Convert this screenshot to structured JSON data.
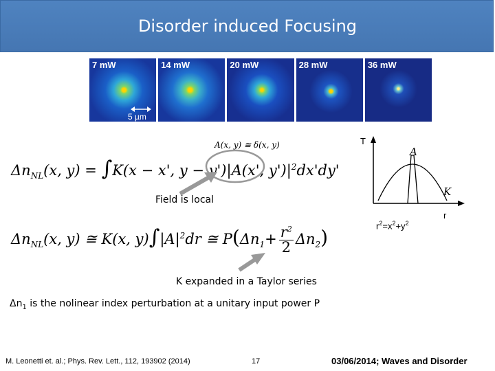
{
  "slide": {
    "title": "Disorder induced Focusing",
    "panels": [
      {
        "label": "7 mW"
      },
      {
        "label": "14 mW"
      },
      {
        "label": "20 mW"
      },
      {
        "label": "28 mW"
      },
      {
        "label": "36 mW"
      }
    ],
    "scale_label": "5 µm",
    "approx_label": "A(x, y) ≅ δ(x, y)",
    "eq1_lhs": "Δn",
    "eq1_sub": "NL",
    "eq1_args": "(x, y) = ",
    "eq1_body": "K(x − x', y − y')",
    "eq1_abs": "A(x', y')",
    "eq1_tail": "dx'dy'",
    "eq1_pow": "2",
    "field_note": "Field is local",
    "eq2_lhs": "Δn",
    "eq2_sub": "NL",
    "eq2_mid": "(x, y) ≅ K(x, y)",
    "eq2_abs": "A",
    "eq2_pow": "2",
    "eq2_dr": "dr ≅ P",
    "eq2_d1": "Δn",
    "eq2_d1sub": "1",
    "eq2_plus": "+",
    "eq2_num": "r",
    "eq2_numpow": "2",
    "eq2_den": "2",
    "eq2_d2": "Δn",
    "eq2_d2sub": "2",
    "taylor_note": "K expanded in a Taylor series",
    "index_note_pre": "Δn",
    "index_note_sub": "1",
    "index_note_post": " is the nolinear index perturbation at a unitary input power P",
    "graph": {
      "y_label": "T",
      "x_label": "r",
      "curve_A": "A",
      "curve_K": "K",
      "radius_label_pre": "r",
      "radius_label_sup1": "2",
      "radius_label_mid": "=x",
      "radius_label_sup2": "2",
      "radius_label_mid2": "+y",
      "radius_label_sup3": "2"
    },
    "footer_ref": "M. Leonetti et. al.; Phys. Rev. Lett., 112, 193902 (2014)",
    "page_number": "17",
    "footer_right": "03/06/2014; Waves and Disorder"
  }
}
